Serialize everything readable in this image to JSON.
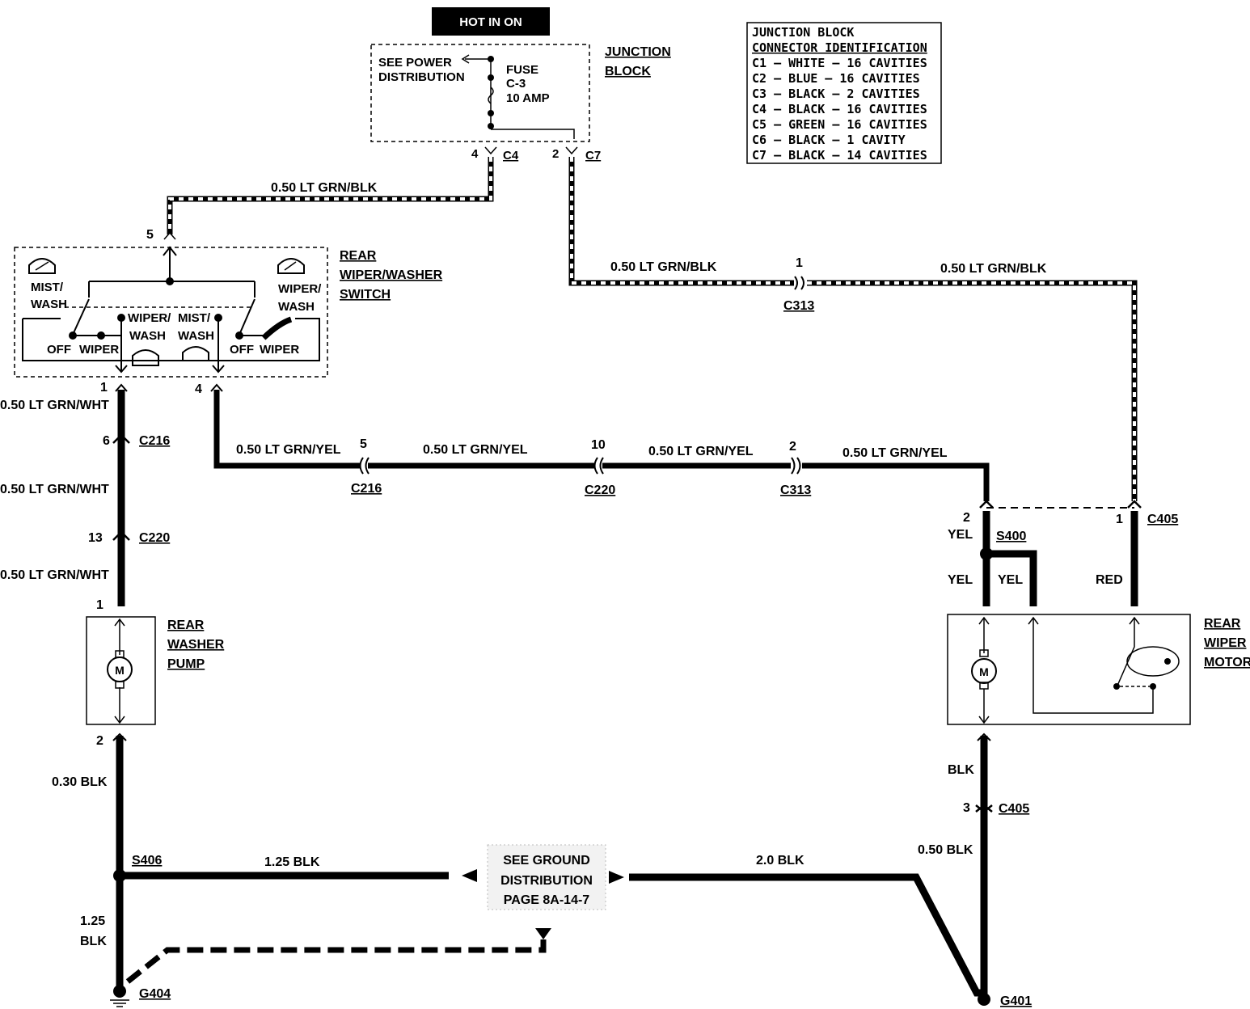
{
  "header": {
    "hot_label": "HOT IN ON"
  },
  "junction_block": {
    "title_line1": "JUNCTION",
    "title_line2": "BLOCK",
    "see_power_line1": "SEE POWER",
    "see_power_line2": "DISTRIBUTION",
    "fuse_line1": "FUSE",
    "fuse_line2": "C-3",
    "fuse_line3": "10 AMP",
    "pin_c4": "4",
    "conn_c4": "C4",
    "pin_c7": "2",
    "conn_c7": "C7"
  },
  "connector_table": {
    "title_line1": "JUNCTION BLOCK",
    "title_line2": "CONNECTOR IDENTIFICATION",
    "rows": [
      "C1 – WHITE – 16 CAVITIES",
      "C2 – BLUE – 16 CAVITIES",
      "C3 – BLACK – 2 CAVITIES",
      "C4 – BLACK – 16 CAVITIES",
      "C5 – GREEN – 16 CAVITIES",
      "C6 – BLACK – 1 CAVITY",
      "C7 – BLACK – 14 CAVITIES"
    ]
  },
  "switch": {
    "title_line1": "REAR",
    "title_line2": "WIPER/WASHER",
    "title_line3": "SWITCH",
    "pin_top": "5",
    "left_mist": "MIST/",
    "left_wash": "WASH",
    "left_off": "OFF",
    "left_wiper": "WIPER",
    "center_wiper1": "WIPER/",
    "center_wiper2": "WASH",
    "center_mist1": "MIST/",
    "center_mist2": "WASH",
    "right_wiper1": "WIPER/",
    "right_wiper2": "WASH",
    "right_off": "OFF",
    "right_wiper": "WIPER",
    "pin_1": "1",
    "pin_4": "4"
  },
  "wires": {
    "w_c4_switch": "0.50 LT GRN/BLK",
    "w_c7_c313": "0.50 LT GRN/BLK",
    "w_c313_c405": "0.50 LT GRN/BLK",
    "w_left_1": "0.50 LT GRN/WHT",
    "w_left_2": "0.50 LT GRN/WHT",
    "w_left_3": "0.50 LT GRN/WHT",
    "w_yel_1": "0.50 LT GRN/YEL",
    "w_yel_2": "0.50 LT GRN/YEL",
    "w_yel_3": "0.50 LT GRN/YEL",
    "w_yel_4": "0.50 LT GRN/YEL",
    "w_yel_a": "YEL",
    "w_yel_b": "YEL",
    "w_yel_c": "YEL",
    "w_red": "RED",
    "w_blk_motor": "BLK",
    "w_050_blk": "0.50 BLK",
    "w_030_blk": "0.30 BLK",
    "w_125_blk": "1.25 BLK",
    "w_20_blk": "2.0 BLK",
    "w_125_a": "1.25",
    "w_125_b": "BLK"
  },
  "connectors": {
    "c313_top_pin": "1",
    "c313_top": "C313",
    "c216_left_pin": "6",
    "c216_left": "C216",
    "c220_left_pin": "13",
    "c220_left": "C220",
    "c216_mid_pin": "5",
    "c216_mid": "C216",
    "c220_mid_pin": "10",
    "c220_mid": "C220",
    "c313_mid_pin": "2",
    "c313_mid": "C313",
    "c405_pin2": "2",
    "c405_pin1": "1",
    "c405_top": "C405",
    "s400": "S400",
    "c405_pin3": "3",
    "c405_bot": "C405",
    "s406": "S406",
    "g404": "G404",
    "g401": "G401",
    "pump_pin1": "1",
    "pump_pin2": "2"
  },
  "pump": {
    "title_line1": "REAR",
    "title_line2": "WASHER",
    "title_line3": "PUMP",
    "motor_glyph": "M"
  },
  "motor": {
    "title_line1": "REAR",
    "title_line2": "WIPER",
    "title_line3": "MOTOR",
    "motor_glyph": "M"
  },
  "ground_note": {
    "line1": "SEE GROUND",
    "line2": "DISTRIBUTION",
    "line3": "PAGE 8A-14-7"
  }
}
